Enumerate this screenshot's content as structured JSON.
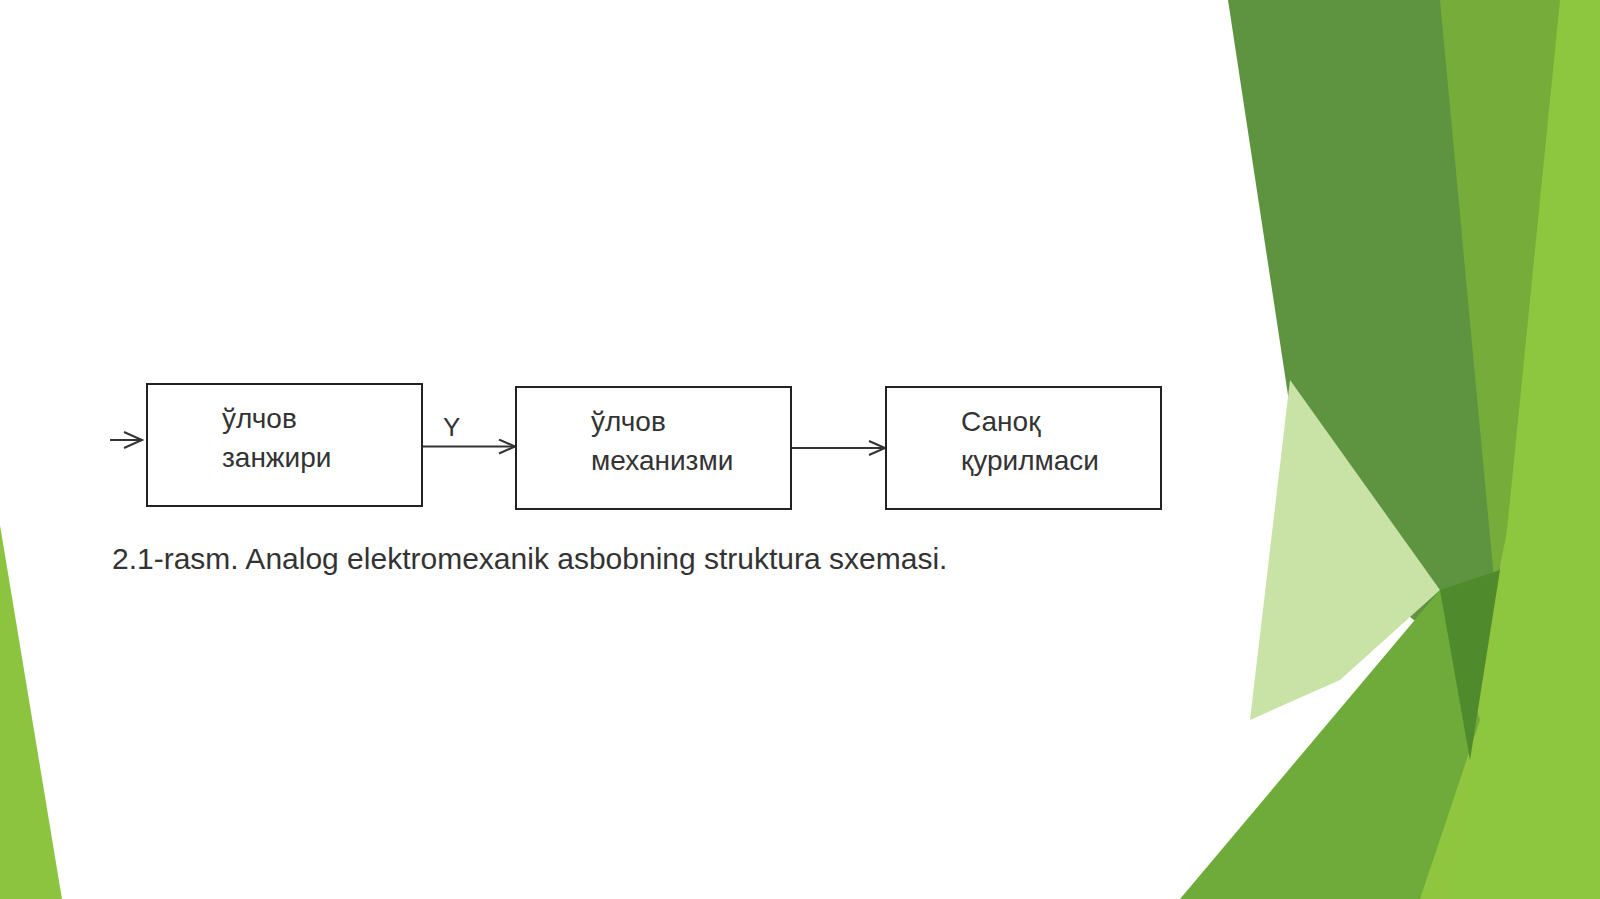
{
  "diagram": {
    "caption": "2.1-rasm. Analog elektromexanik asbobning struktura sxemasi.",
    "nodes": [
      {
        "text": [
          "ўлчов занжири"
        ]
      },
      {
        "text": [
          "ўлчов механизми"
        ]
      },
      {
        "text": [
          "Саноқ қурилмаси"
        ]
      }
    ],
    "edges": [
      {
        "from": 0,
        "to": 1,
        "arrow": "to",
        "label": "Y"
      },
      {
        "from": 1,
        "to": 2,
        "arrow": "to"
      }
    ]
  }
}
